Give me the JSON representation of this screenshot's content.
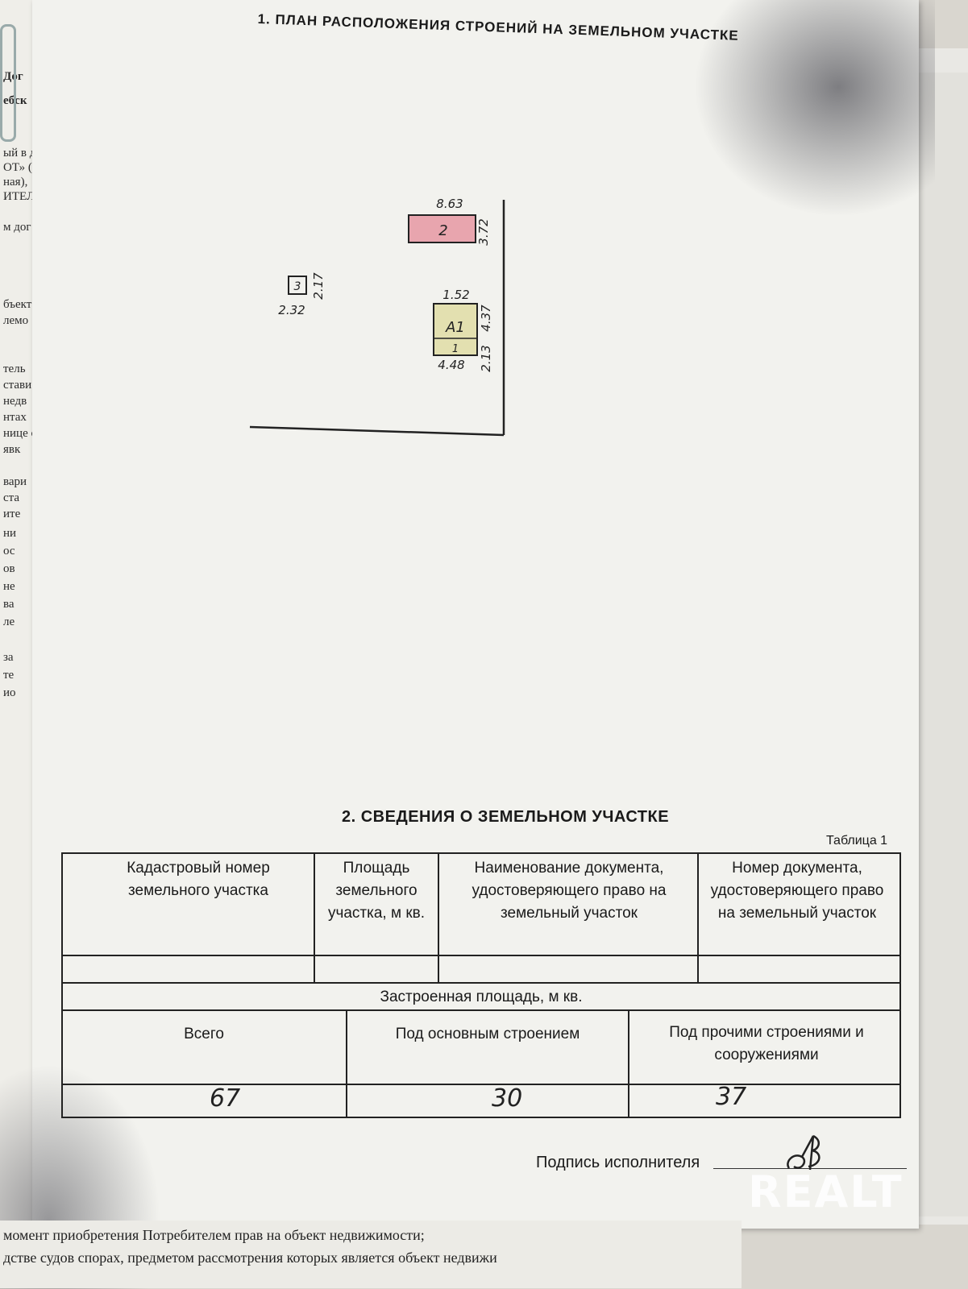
{
  "left_page_fragments": [
    "Дог",
    "ебск",
    "ый в д",
    "ОТ» (",
    "ная),",
    "ИТЕЛ",
    "м дог",
    "бъект",
    "лемо",
    "тель",
    "стави",
    "недв",
    "нтах",
    "нице с",
    "явк",
    "вари",
    "ста",
    "ите",
    "ни",
    "ос",
    "ов",
    "не",
    "ва",
    "ле",
    "за",
    "те",
    "ио"
  ],
  "section1": {
    "title": "1. ПЛАН РАСПОЛОЖЕНИЯ СТРОЕНИЙ НА ЗЕМЕЛЬНОМ УЧАСТКЕ"
  },
  "plan": {
    "building2": {
      "label": "2",
      "width": "8.63",
      "height": "3.72",
      "color": "#e8a5ae"
    },
    "building3": {
      "label": "3",
      "width": "2.32",
      "height": "2.17"
    },
    "buildingA": {
      "label_top": "А1",
      "label_bottom": "1",
      "width_top": "1.52",
      "width_bottom": "4.48",
      "height_top": "4.37",
      "height_bottom": "2.13",
      "color": "#e3e0b0"
    }
  },
  "section2": {
    "title": "2. СВЕДЕНИЯ О ЗЕМЕЛЬНОМ УЧАСТКЕ",
    "table_label": "Таблица 1"
  },
  "table": {
    "headers": [
      "Кадастровый номер земельного участка",
      "Площадь земельного участка, м кв.",
      "Наименование документа, удостоверяющего право на земельный участок",
      "Номер документа, удостоверяющего право на земельный участок"
    ],
    "built_area_title": "Застроенная площадь, м кв.",
    "built_headers": [
      "Всего",
      "Под основным строением",
      "Под прочими строениями и сооружениями"
    ],
    "built_values": [
      "67",
      "30",
      "37"
    ]
  },
  "signature": {
    "label": "Подпись исполнителя"
  },
  "watermark": "REALT",
  "bottom_fragments": [
    "момент приобретения Потребителем прав на объект недвижимости;",
    "дстве судов спорах, предметом рассмотрения которых является объект недвижи"
  ]
}
